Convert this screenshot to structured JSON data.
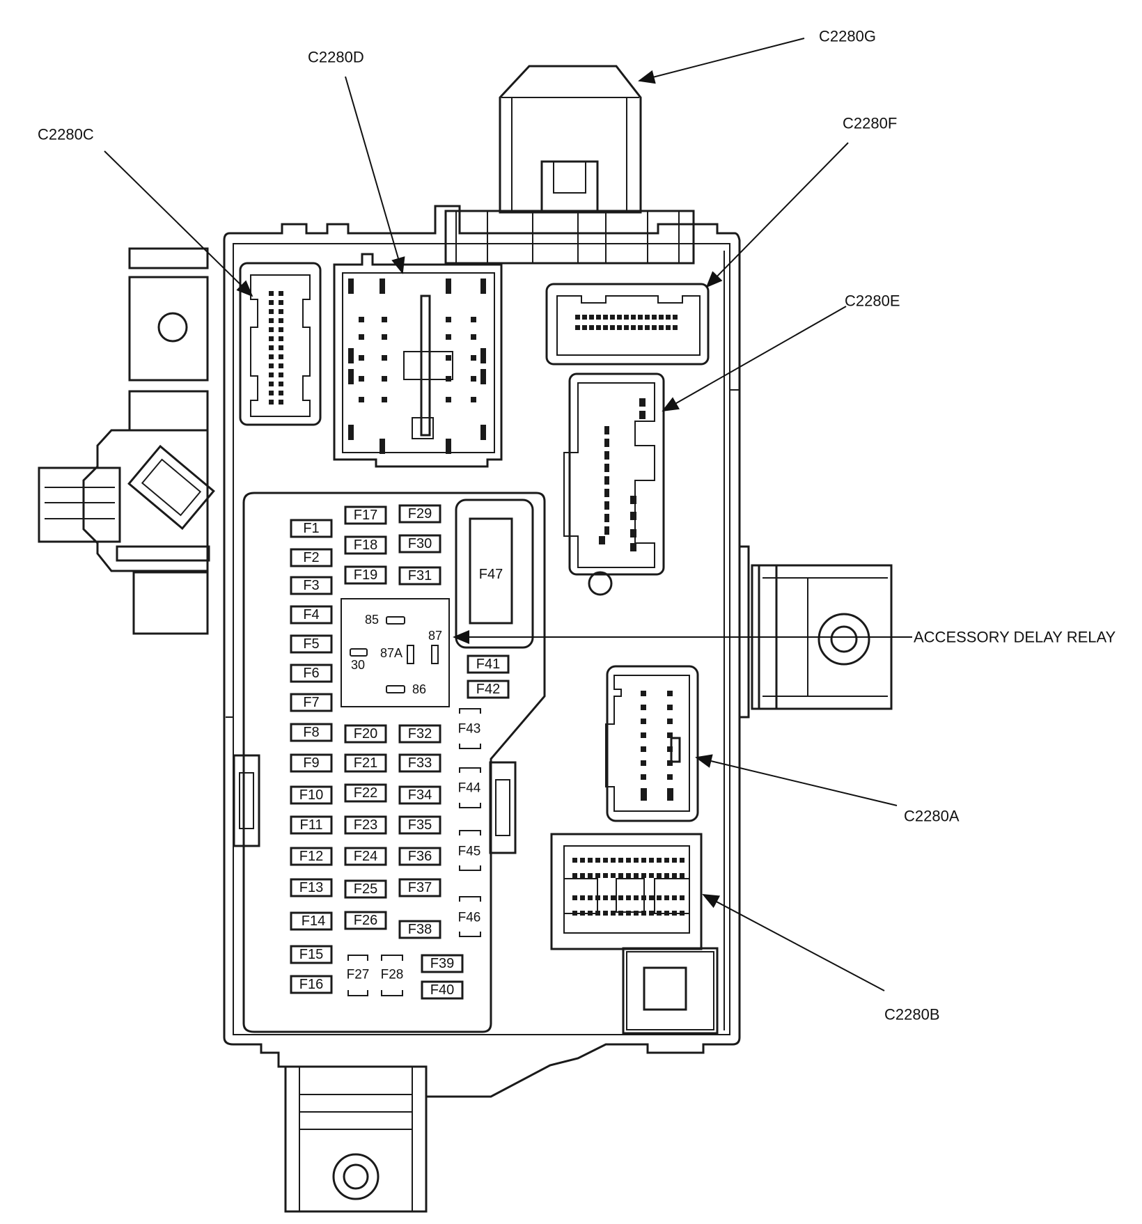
{
  "callouts": {
    "c2280a": "C2280A",
    "c2280b": "C2280B",
    "c2280c": "C2280C",
    "c2280d": "C2280D",
    "c2280e": "C2280E",
    "c2280f": "C2280F",
    "c2280g": "C2280G",
    "relay": "ACCESSORY DELAY RELAY"
  },
  "relay_pins": {
    "p85": "85",
    "p86": "86",
    "p87": "87",
    "p87a": "87A",
    "p30": "30"
  },
  "fuses": {
    "f1": "F1",
    "f2": "F2",
    "f3": "F3",
    "f4": "F4",
    "f5": "F5",
    "f6": "F6",
    "f7": "F7",
    "f8": "F8",
    "f9": "F9",
    "f10": "F10",
    "f11": "F11",
    "f12": "F12",
    "f13": "F13",
    "f14": "F14",
    "f15": "F15",
    "f16": "F16",
    "f17": "F17",
    "f18": "F18",
    "f19": "F19",
    "f20": "F20",
    "f21": "F21",
    "f22": "F22",
    "f23": "F23",
    "f24": "F24",
    "f25": "F25",
    "f26": "F26",
    "f27": "F27",
    "f28": "F28",
    "f29": "F29",
    "f30": "F30",
    "f31": "F31",
    "f32": "F32",
    "f33": "F33",
    "f34": "F34",
    "f35": "F35",
    "f36": "F36",
    "f37": "F37",
    "f38": "F38",
    "f39": "F39",
    "f40": "F40",
    "f41": "F41",
    "f42": "F42",
    "f43": "F43",
    "f44": "F44",
    "f45": "F45",
    "f46": "F46",
    "f47": "F47"
  }
}
